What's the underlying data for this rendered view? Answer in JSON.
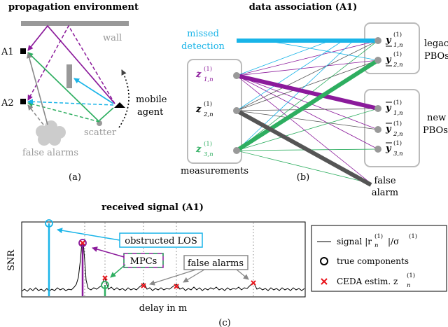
{
  "panel_a": {
    "title": "propagation environment",
    "wall_label": "wall",
    "anchor_a1": "A1",
    "anchor_a2": "A2",
    "agent_label_line1": "mobile",
    "agent_label_line2": "agent",
    "scatter_label": "scatter",
    "false_alarms_label": "false alarms",
    "caption": "(a)"
  },
  "panel_b": {
    "title": "data association (A1)",
    "missed_line1": "missed",
    "missed_line2": "detection",
    "measurements_label": "measurements",
    "legacy_line1": "legacy",
    "legacy_line2": "PBOs",
    "new_line1": "new",
    "new_line2": "PBOs",
    "false_alarm_line1": "false",
    "false_alarm_line2": "alarm",
    "caption": "(b)",
    "z1_sup": "(1)",
    "z1_sub": "1,n",
    "z2_sup": "(1)",
    "z2_sub": "2,n",
    "z3_sup": "(1)",
    "z3_sub": "3,n",
    "y1_sup": "(1)",
    "y1_sub": "1,n",
    "y2_sup": "(1)",
    "y2_sub": "2,n",
    "yb1_sup": "(1)",
    "yb1_sub": "1,n",
    "yb2_sup": "(1)",
    "yb2_sub": "2,n",
    "yb3_sup": "(1)",
    "yb3_sub": "3,n"
  },
  "panel_c": {
    "title": "received signal (A1)",
    "ylabel": "SNR",
    "xlabel": "delay in m",
    "obstructed_los": "obstructed LOS",
    "mpcs": "MPCs",
    "false_alarms": "false alarms",
    "legend_signal": "signal |r",
    "legend_signal_sup": "(1)",
    "legend_signal_sub": "n",
    "legend_signal_tail": "|/σ",
    "legend_signal_tail_sup": "(1)",
    "legend_true": "true components",
    "legend_ceda": "CEDA estim. z",
    "legend_ceda_sup": "(1)",
    "legend_ceda_sub": "n",
    "caption": "(c)"
  },
  "colors": {
    "purple": "#8B1A9B",
    "green": "#2EAE60",
    "cyan": "#19B4E8",
    "dark": "#444444",
    "gray": "#999999",
    "red": "#E8141B"
  }
}
